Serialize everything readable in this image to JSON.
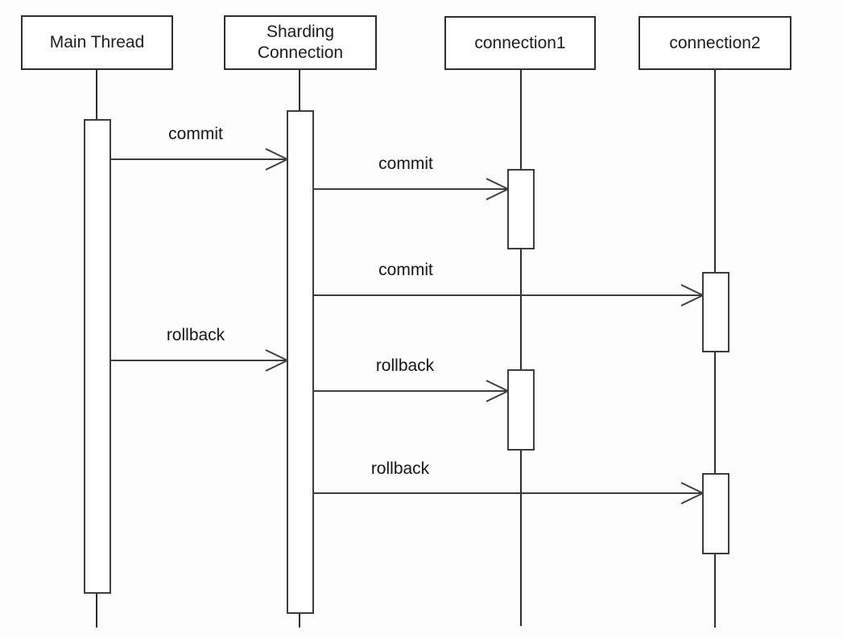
{
  "diagram": {
    "type": "uml-sequence-diagram",
    "background_color": "#fdfdfd",
    "line_color": "#3d3d3d",
    "box_border_color": "#2e2e2e",
    "text_color": "#1c1c1c",
    "actors": [
      {
        "name": "Main Thread"
      },
      {
        "name": "Sharding Connection"
      },
      {
        "name": "connection1"
      },
      {
        "name": "connection2"
      }
    ],
    "messages": [
      {
        "label": "commit",
        "from": "Main Thread",
        "to": "Sharding Connection"
      },
      {
        "label": "commit",
        "from": "Sharding Connection",
        "to": "connection1"
      },
      {
        "label": "commit",
        "from": "Sharding Connection",
        "to": "connection2"
      },
      {
        "label": "rollback",
        "from": "Main Thread",
        "to": "Sharding Connection"
      },
      {
        "label": "rollback",
        "from": "Sharding Connection",
        "to": "connection1"
      },
      {
        "label": "rollback",
        "from": "Sharding Connection",
        "to": "connection2"
      }
    ],
    "activations": {
      "main_thread": 1,
      "sharding_connection": 1,
      "connection1": 2,
      "connection2": 2
    }
  }
}
